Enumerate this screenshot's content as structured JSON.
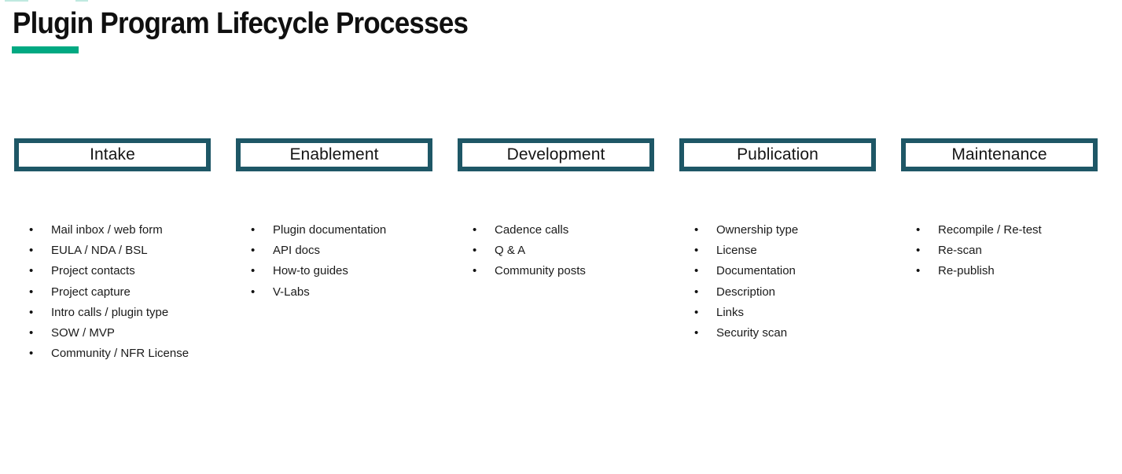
{
  "page": {
    "title": "Plugin Program Lifecycle Processes"
  },
  "colors": {
    "accent_green": "#01A982",
    "box_border_teal": "#1E5766",
    "text_dark": "#1A1A1A"
  },
  "glyphs": {
    "bullet": "•"
  },
  "columns": [
    {
      "label": "Intake",
      "items": [
        "Mail inbox / web form",
        "EULA / NDA / BSL",
        "Project contacts",
        "Project capture",
        "Intro calls / plugin type",
        "SOW / MVP",
        "Community / NFR License"
      ]
    },
    {
      "label": "Enablement",
      "items": [
        "Plugin documentation",
        "API docs",
        "How-to guides",
        "V-Labs"
      ]
    },
    {
      "label": "Development",
      "items": [
        "Cadence calls",
        "Q & A",
        "Community posts"
      ]
    },
    {
      "label": "Publication",
      "items": [
        "Ownership type",
        "License",
        "Documentation",
        "Description",
        "Links",
        "Security scan"
      ]
    },
    {
      "label": "Maintenance",
      "items": [
        "Recompile / Re-test",
        "Re-scan",
        "Re-publish"
      ]
    }
  ]
}
